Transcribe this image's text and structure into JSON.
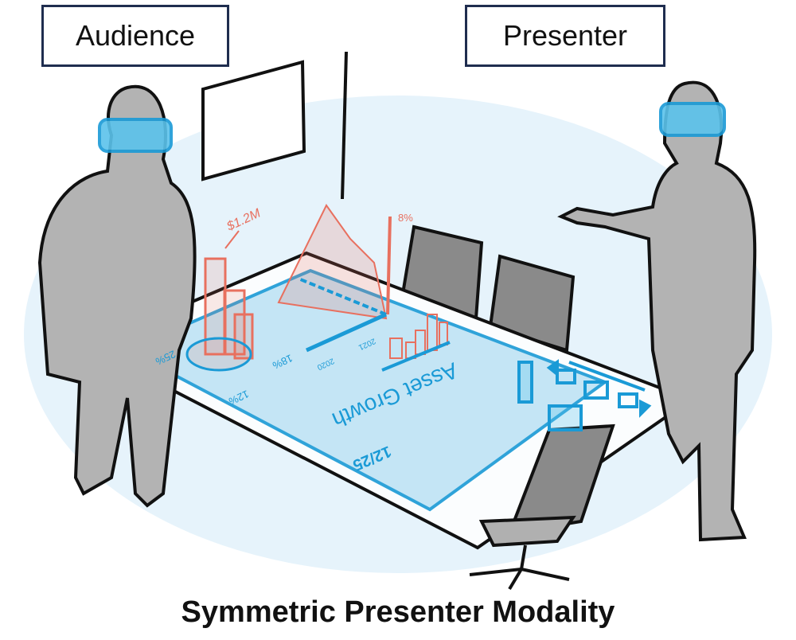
{
  "labels": {
    "audience": "Audience",
    "presenter": "Presenter"
  },
  "caption": "Symmetric Presenter Modality",
  "hologram": {
    "title": "Asset Growth",
    "date": "12/25",
    "value_callout": "$1.2M",
    "growth_callout": "8%",
    "pie_labels": [
      "25%",
      "18%",
      "12%"
    ],
    "axis_ticks": [
      "2020",
      "2021"
    ]
  },
  "colors": {
    "hologram_blue": "#1a9ad6",
    "chart_red": "#e8705f",
    "figure_gray": "#b3b3b3",
    "frame_navy": "#1f2d4f"
  }
}
